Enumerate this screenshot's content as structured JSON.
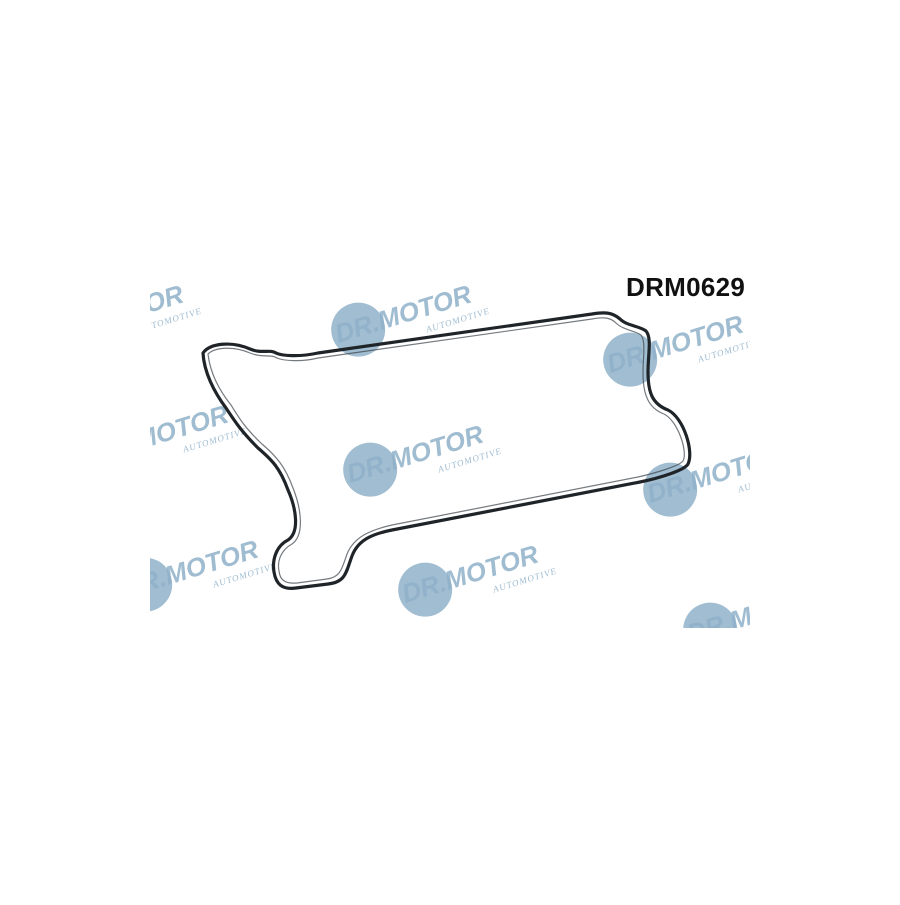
{
  "product": {
    "code": "DRM0629"
  },
  "watermark": {
    "brand": "DR.MOTOR",
    "subtitle": "AUTOMOTIVE",
    "circle_color": "#8fb1c9",
    "text_color": "#8fb1c9"
  },
  "gasket": {
    "stroke_color": "#1f2428"
  }
}
